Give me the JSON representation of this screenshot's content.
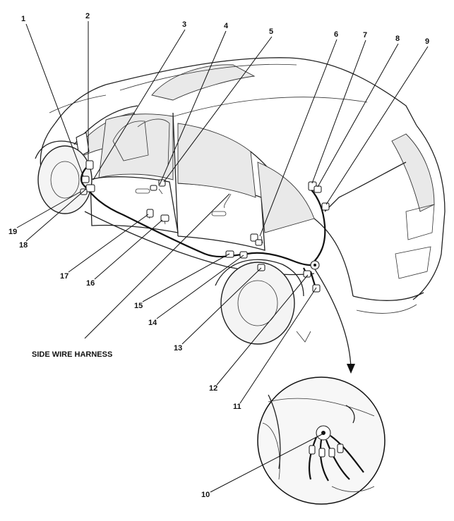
{
  "callouts": [
    "1",
    "2",
    "3",
    "4",
    "5",
    "6",
    "7",
    "8",
    "9",
    "10",
    "11",
    "12",
    "13",
    "14",
    "15",
    "16",
    "17",
    "18",
    "19"
  ],
  "harness_label": "SIDE WIRE HARNESS",
  "icons": {
    "vehicle": "suv-outline-icon",
    "connector": "connector-icon",
    "grommet": "grommet-detail-icon"
  }
}
